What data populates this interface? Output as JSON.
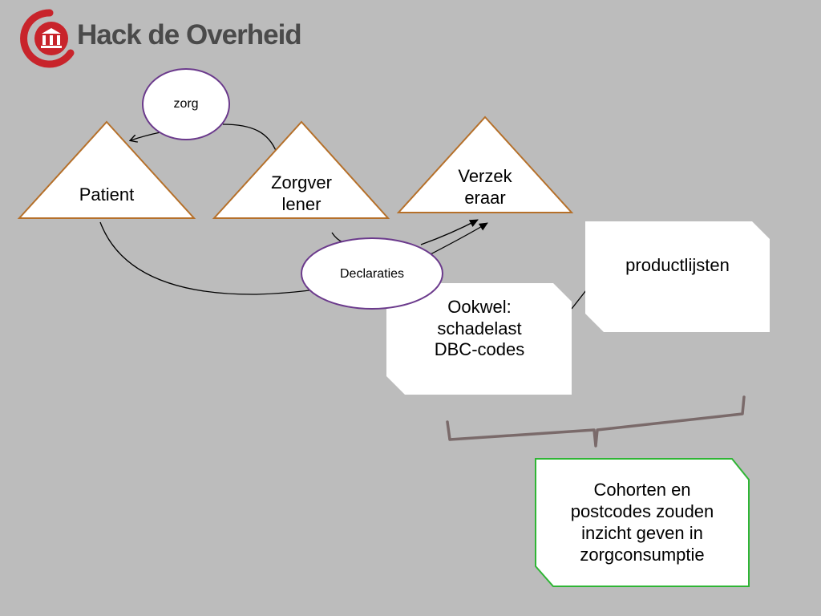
{
  "header": {
    "logo_text": "Hack de Overheid"
  },
  "nodes": {
    "zorg": "zorg",
    "patient": "Patient",
    "zorgverlener": [
      "Zorgver",
      "lener"
    ],
    "verzekeraar": [
      "Verzek",
      "eraar"
    ],
    "declaraties": "Declaraties",
    "productlijsten": "productlijsten",
    "ookwel": [
      "Ookwel:",
      "schadelast",
      "DBC-codes"
    ],
    "cohorten": [
      "Cohorten en",
      "postcodes zouden",
      "inzicht geven in",
      "zorgconsumptie"
    ]
  },
  "colors": {
    "background": "#bcbcbc",
    "triangle_stroke": "#b5702a",
    "ellipse_stroke": "#6b3a8c",
    "callout_stroke": "#2fb535",
    "brace": "#7a6a6a",
    "logo_red": "#c8242b",
    "logo_text": "#4a4a4a"
  }
}
